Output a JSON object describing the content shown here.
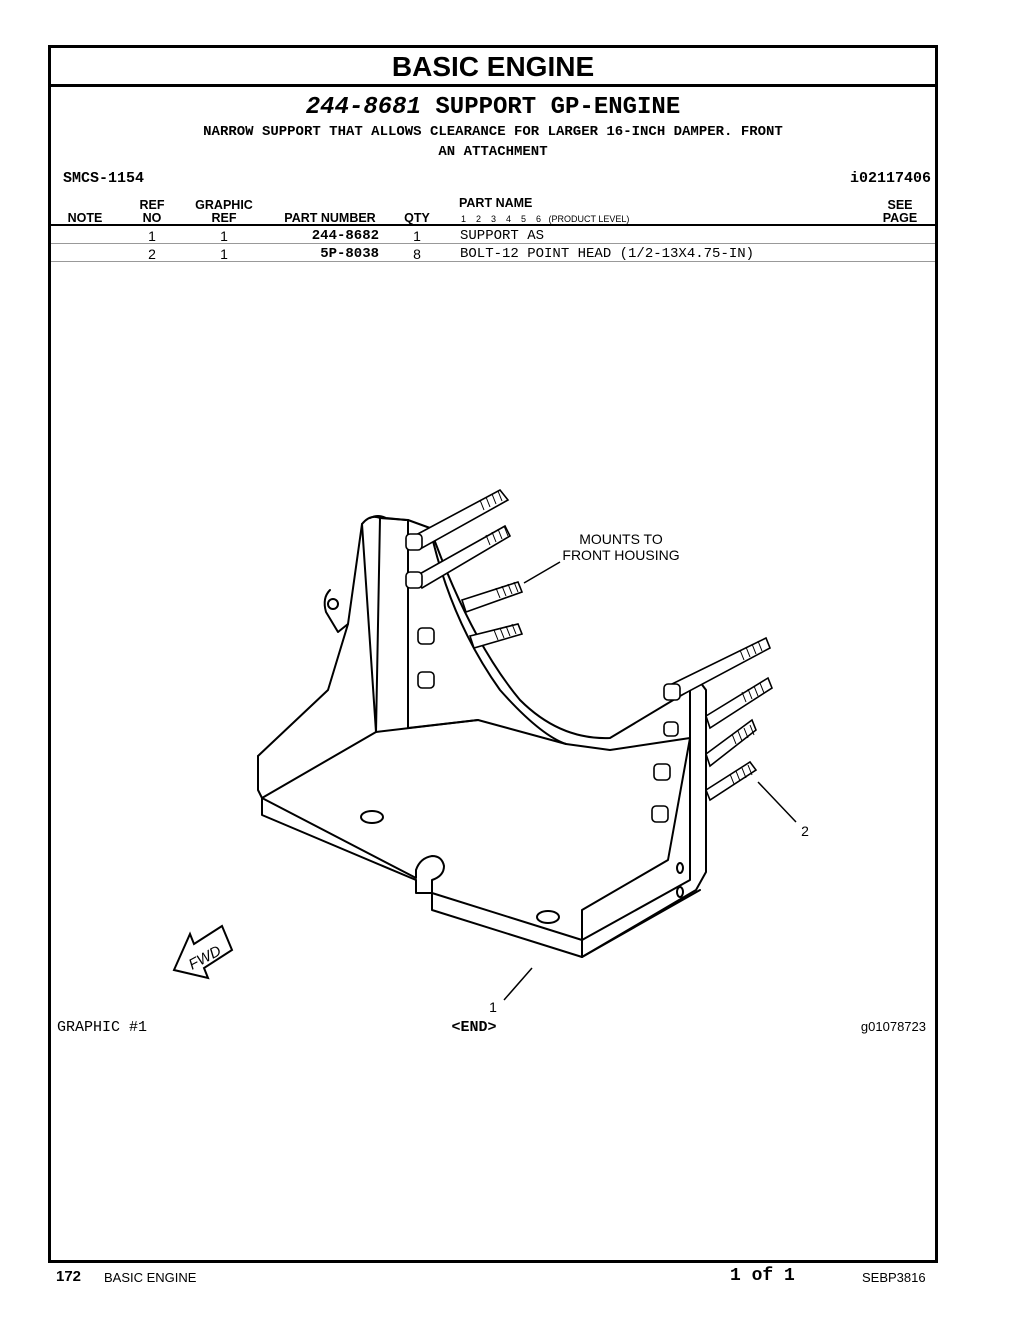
{
  "section_title": "BASIC ENGINE",
  "group": {
    "part_number": "244-8681",
    "name": "SUPPORT GP-ENGINE",
    "description_line1": "NARROW SUPPORT THAT ALLOWS CLEARANCE FOR LARGER 16-INCH DAMPER. FRONT",
    "description_line2": "AN ATTACHMENT"
  },
  "smcs": "SMCS-1154",
  "illustration_id": "i02117406",
  "table": {
    "headers": {
      "note": "NOTE",
      "ref_top": "REF",
      "ref_bottom": "NO",
      "graphic_top": "GRAPHIC",
      "graphic_bottom": "REF",
      "part_number": "PART NUMBER",
      "qty": "QTY",
      "part_name": "PART NAME",
      "levels": "1    2    3    4    5    6   (PRODUCT LEVEL)",
      "see_top": "SEE",
      "see_bottom": "PAGE"
    },
    "rows": [
      {
        "ref_no": "1",
        "graphic_ref": "1",
        "part_number": "244-8682",
        "qty": "1",
        "part_name": "SUPPORT AS"
      },
      {
        "ref_no": "2",
        "graphic_ref": "1",
        "part_number": "5P-8038",
        "qty": "8",
        "part_name": "BOLT-12 POINT HEAD (1/2-13X4.75-IN)"
      }
    ]
  },
  "drawing": {
    "callout_mounts_line1": "MOUNTS TO",
    "callout_mounts_line2": "FRONT HOUSING",
    "callout_1": "1",
    "callout_2": "2",
    "fwd_label": "FWD",
    "graphic_label": "GRAPHIC #1",
    "end_label": "<END>",
    "graphic_id": "g01078723"
  },
  "footer": {
    "page_number": "172",
    "section": "BASIC ENGINE",
    "page_of": "1 of 1",
    "doc_id": "SEBP3816"
  }
}
